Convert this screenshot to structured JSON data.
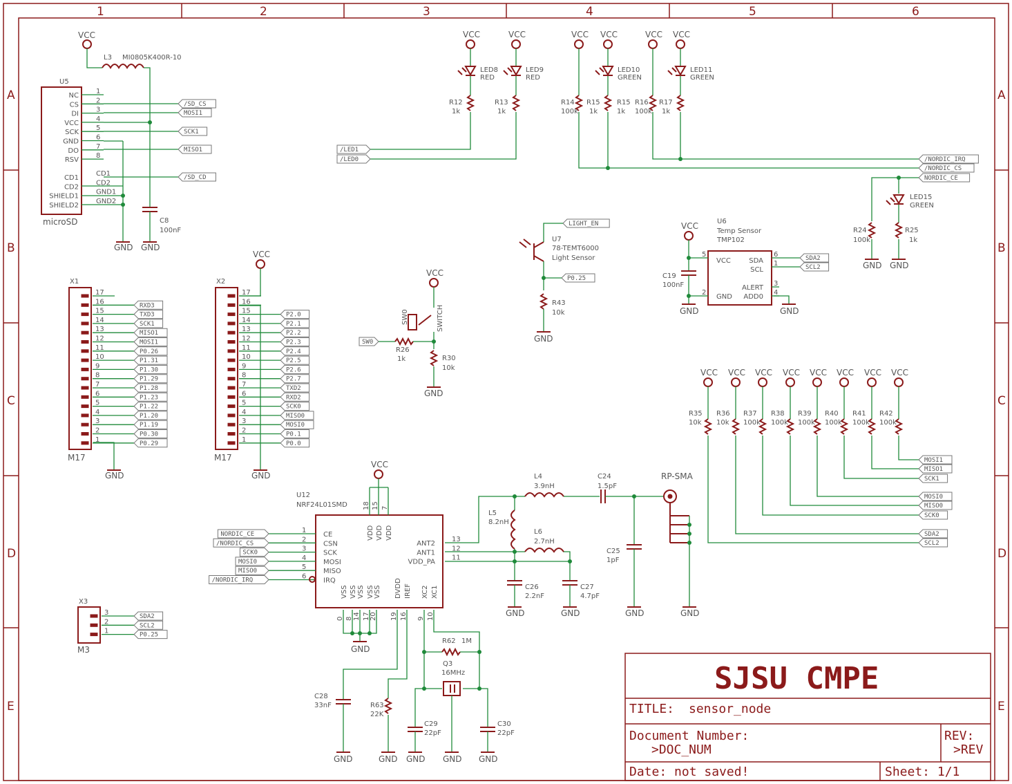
{
  "grid": {
    "cols": [
      "1",
      "2",
      "3",
      "4",
      "5",
      "6"
    ],
    "rows": [
      "A",
      "B",
      "C",
      "D",
      "E"
    ]
  },
  "title_block": {
    "company": "SJSU CMPE",
    "title_label": "TITLE:",
    "title_value": "sensor_node",
    "docnum_label": "Document Number:",
    "docnum_value": ">DOC_NUM",
    "rev_label": "REV:",
    "rev_value": ">REV",
    "date_label": "Date: not saved!",
    "sheet_label": "Sheet: 1/1"
  },
  "labels": {
    "vcc": "VCC",
    "gnd": "GND",
    "u5": "U5",
    "u5_name": "microSD",
    "l3": "L3",
    "l3_val": "MI0805K400R-10",
    "c8": "C8",
    "c8_val": "100nF",
    "u5_pins": [
      "NC",
      "CS",
      "DI",
      "VCC",
      "SCK",
      "GND",
      "DO",
      "RSV",
      "CD1",
      "CD2",
      "SHIELD1",
      "SHIELD2"
    ],
    "u5_nums": [
      "1",
      "2",
      "3",
      "4",
      "5",
      "6",
      "7",
      "8"
    ],
    "u5_cd": [
      "CD1",
      "CD2",
      "GND1",
      "GND2"
    ],
    "u5_nets": [
      "/SD_CS",
      "MOSI1",
      "SCK1",
      "MISO1",
      "/SD_CD"
    ],
    "x1": "X1",
    "x2": "X2",
    "m17": "M17",
    "hdr_nums": [
      "17",
      "16",
      "15",
      "14",
      "13",
      "12",
      "11",
      "10",
      "9",
      "8",
      "7",
      "6",
      "5",
      "4",
      "3",
      "2",
      "1"
    ],
    "x1_nets": [
      "RXD3",
      "TXD3",
      "SCK1",
      "MISO1",
      "MOSI1",
      "P0.26",
      "P1.31",
      "P1.30",
      "P1.29",
      "P1.28",
      "P1.23",
      "P1.22",
      "P1.20",
      "P1.19",
      "P0.30",
      "P0.29"
    ],
    "x2_nets": [
      "P2.0",
      "P2.1",
      "P2.2",
      "P2.3",
      "P2.4",
      "P2.5",
      "P2.6",
      "P2.7",
      "TXD2",
      "RXD2",
      "SCK0",
      "MISO0",
      "MOSI0",
      "P0.1",
      "P0.0"
    ],
    "led8": "LED8",
    "led9": "LED9",
    "led10": "LED10",
    "led11": "LED11",
    "led15": "LED15",
    "red": "RED",
    "green": "GREEN",
    "r12": "R12",
    "r13": "R13",
    "r14": "R14",
    "r15": "R15",
    "r16": "R16",
    "r17": "R17",
    "r24": "R24",
    "r25": "R25",
    "v1k": "1k",
    "v100k": "100k",
    "v10k": "10k",
    "led_nets": [
      "/LED1",
      "/LED0"
    ],
    "nordic_nets": [
      "/NORDIC_IRQ",
      "/NORDIC_CS",
      "NORDIC_CE"
    ],
    "u7": "U7",
    "u7_val": "78-TEMT6000",
    "u7_desc": "Light Sensor",
    "light_en": "LIGHT_EN",
    "p025": "P0.25",
    "r43": "R43",
    "sw0": "SW0",
    "switch": "SWITCH",
    "r26": "R26",
    "r30": "R30",
    "u6": "U6",
    "u6_desc": "Temp Sensor",
    "u6_val": "TMP102",
    "c19": "C19",
    "c19_val": "100nF",
    "u6_pins": [
      "VCC",
      "SDA",
      "SCL",
      "ALERT",
      "ADD0",
      "GND"
    ],
    "u6_nums": [
      "5",
      "6",
      "1",
      "3",
      "4",
      "2"
    ],
    "sda2": "SDA2",
    "scl2": "SCL2",
    "pullups": [
      "R35",
      "R36",
      "R37",
      "R38",
      "R39",
      "R40",
      "R41",
      "R42"
    ],
    "pullup_vals": [
      "10k",
      "10k",
      "100k",
      "100k",
      "100k",
      "100k",
      "100k",
      "100k"
    ],
    "pullup_nets": [
      "MOSI1",
      "MISO1",
      "SCK1",
      "MOSI0",
      "MISO0",
      "SCK0",
      "SDA2",
      "SCL2"
    ],
    "u12": "U12",
    "u12_val": "NRF24L01SMD",
    "u12_left": [
      "CE",
      "CSN",
      "SCK",
      "MOSI",
      "MISO",
      "IRQ"
    ],
    "u12_left_nums": [
      "1",
      "2",
      "3",
      "4",
      "5",
      "6"
    ],
    "u12_left_nets": [
      "NORDIC_CE",
      "/NORDIC_CS",
      "SCK0",
      "MOSI0",
      "MISO0",
      "/NORDIC_IRQ"
    ],
    "u12_right": [
      "ANT2",
      "ANT1",
      "VDD_PA"
    ],
    "u12_right_nums": [
      "13",
      "12",
      "11"
    ],
    "u12_top": [
      "VDD",
      "VDD",
      "VDD"
    ],
    "u12_top_nums": [
      "18",
      "15",
      "7"
    ],
    "u12_bot": [
      "VSS",
      "VSS",
      "VSS",
      "VSS",
      "VSS",
      "DVDD",
      "IREF",
      "XC2",
      "XC1"
    ],
    "u12_bot_nums": [
      "0",
      "8",
      "14",
      "17",
      "20",
      "19",
      "16",
      "9",
      "10"
    ],
    "l4": "L4",
    "l4_val": "3.9nH",
    "l5": "L5",
    "l5_val": "8.2nH",
    "l6": "L6",
    "l6_val": "2.7nH",
    "c24": "C24",
    "c24_val": "1.5pF",
    "c25": "C25",
    "c25_val": "1pF",
    "c26": "C26",
    "c26_val": "2.2nF",
    "c27": "C27",
    "c27_val": "4.7pF",
    "rpsma": "RP-SMA",
    "c28": "C28",
    "c28_val": "33nF",
    "r63": "R63",
    "r63_val": "22K",
    "r62": "R62",
    "r62_val": "1M",
    "q3": "Q3",
    "q3_val": "16MHz",
    "c29": "C29",
    "c30": "C30",
    "v22pf": "22pF",
    "x3": "X3",
    "m3": "M3",
    "x3_nums": [
      "3",
      "2",
      "1"
    ],
    "x3_nets": [
      "SDA2",
      "SCL2",
      "P0.25"
    ]
  }
}
